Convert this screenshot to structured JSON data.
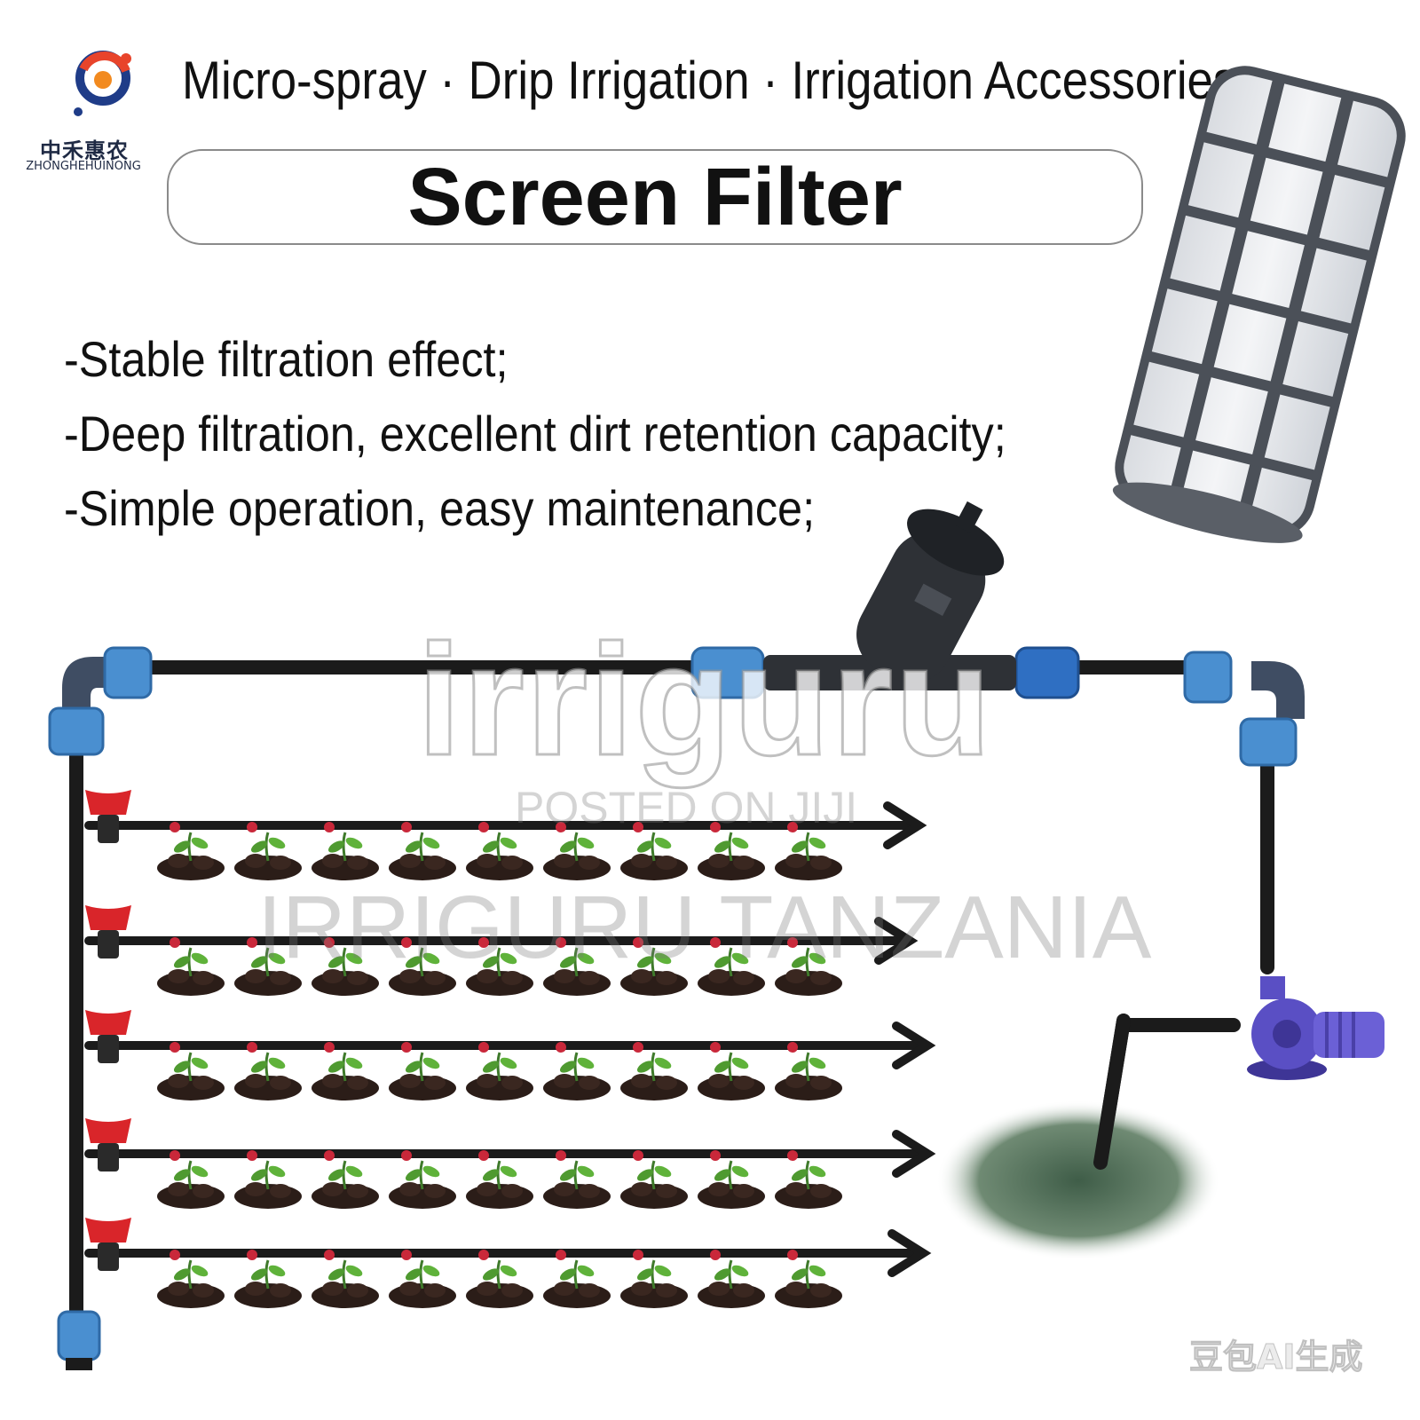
{
  "brand": {
    "name_cn": "中禾惠农",
    "name_en": "ZHONGHEHUINONG"
  },
  "tagline": "Micro-spray · Drip Irrigation · Irrigation Accessories",
  "title": "Screen Filter",
  "features": [
    "-Stable filtration effect;",
    "-Deep filtration, excellent dirt retention capacity;",
    "-Simple operation, easy maintenance;"
  ],
  "watermarks": {
    "brand": "irriguru",
    "posted": "POSTED ON JIJI",
    "company": "IRRIGURU TANZANIA",
    "ai_label": "豆包AI生成"
  },
  "colors": {
    "pipe": "#1b1b1b",
    "fitting_blue": "#4a8fd0",
    "elbow_dark": "#3f4d63",
    "valve_red": "#d9252a",
    "pump_purple": "#5a4fc4",
    "filter_body": "#2e3136",
    "water": "#4f6a55"
  },
  "icons": [
    "brand-logo-icon",
    "screen-filter-cartridge-icon",
    "disc-filter-icon",
    "water-pump-icon",
    "valve-icon",
    "seedling-icon"
  ]
}
